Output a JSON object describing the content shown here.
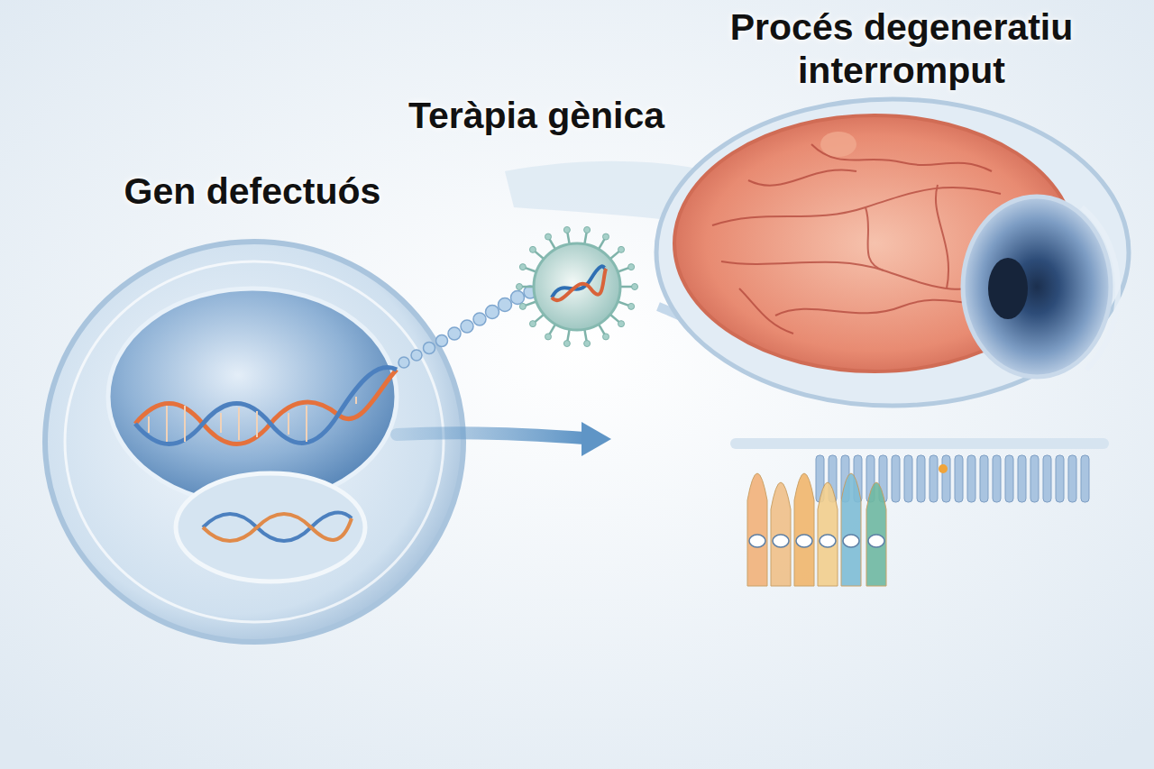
{
  "diagram": {
    "labels": [
      "Gen defectuós",
      "Teràpia gènica",
      "Procés degeneratiu interromput"
    ]
  }
}
